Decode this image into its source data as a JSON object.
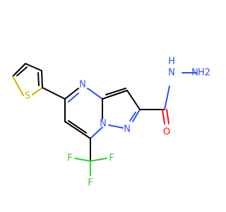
{
  "molecule": {
    "atoms": {
      "s1": "S",
      "n_ring": "N",
      "n_bridge": "N",
      "n_pyrazole": "N",
      "o1": "O",
      "nh": "N",
      "nh_h": "H",
      "nh2": "N",
      "nh2_h2": "H2",
      "f1": "F",
      "f2": "F",
      "f3": "F"
    },
    "colors": {
      "carbon": "#000000",
      "nitrogen": "#3050F8",
      "oxygen": "#FF0D0D",
      "sulfur": "#C8B400",
      "fluorine": "#33CC33"
    }
  }
}
